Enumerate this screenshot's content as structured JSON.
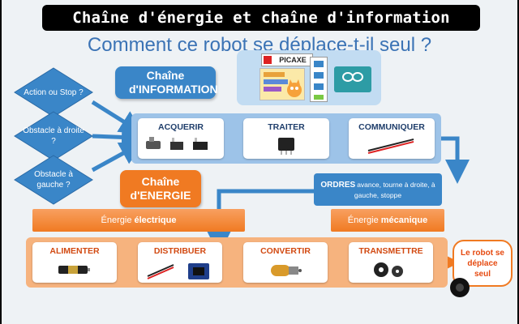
{
  "banner": {
    "title": "Chaîne d'énergie et chaîne d'information"
  },
  "slide": {
    "subtitle": "Comment ce robot se déplace-t-il seul ?"
  },
  "inputs": [
    {
      "label": "Action ou Stop ?"
    },
    {
      "label": "Obstacle à droite ?"
    },
    {
      "label": "Obstacle à gauche ?"
    }
  ],
  "information_chain": {
    "label": "Chaîne d'INFORMATION",
    "blocks": [
      {
        "title": "ACQUERIR"
      },
      {
        "title": "TRAITER"
      },
      {
        "title": "COMMUNIQUER"
      }
    ]
  },
  "software": {
    "picaxe": "PICAXE"
  },
  "orders": {
    "label": "ORDRES",
    "detail": "avance, tourne à droite, à gauche, stoppe"
  },
  "energy_chain": {
    "label": "Chaîne d'ENERGIE",
    "electric_prefix": "Énergie",
    "electric": "électrique",
    "mechanical_prefix": "Énergie",
    "mechanical": "mécanique",
    "blocks": [
      {
        "title": "ALIMENTER"
      },
      {
        "title": "DISTRIBUER"
      },
      {
        "title": "CONVERTIR"
      },
      {
        "title": "TRANSMETTRE"
      }
    ]
  },
  "output": {
    "label": "Le robot se déplace seul"
  },
  "colors": {
    "blue": "#3a86c8",
    "orange": "#f07a22",
    "title_blue": "#3b73b5"
  }
}
